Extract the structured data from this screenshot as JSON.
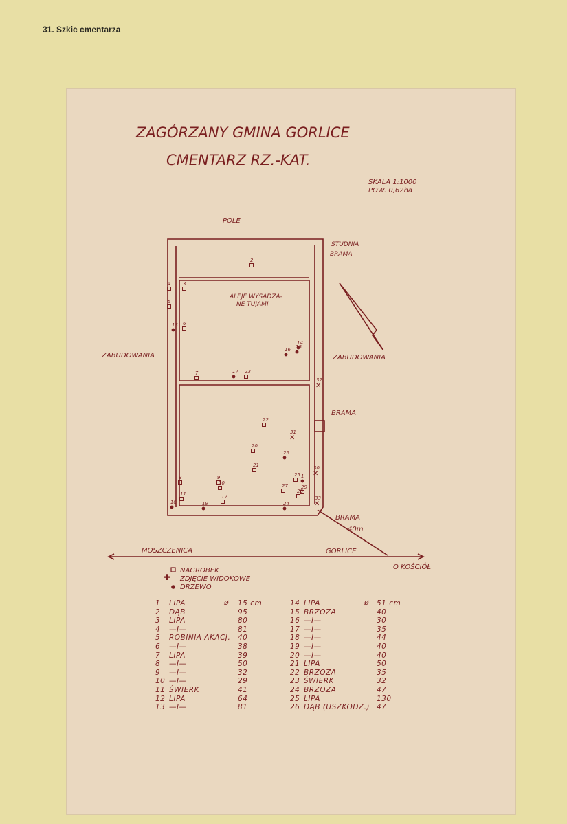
{
  "header": {
    "text": "31. Szkic cmentarza"
  },
  "map": {
    "title_line1": "ZAGÓRZANY GMINA GORLICE",
    "title_line2": "CMENTARZ RZ.-KAT.",
    "scale": "SKALA 1:1000",
    "area": "POW. 0,62ha",
    "labels": {
      "pole": "POLE",
      "studnia": "STUDNIA",
      "brama_top": "BRAMA",
      "aleje": "ALEJE WYSADZA-",
      "aleje2": "NE TUJAMI",
      "zabudowania_left": "ZABUDOWANIA",
      "zabudowania_right": "ZABUDOWANIA",
      "brama_right": "BRAMA",
      "brama_bottom": "BRAMA",
      "distance": "40m",
      "moszczenica": "MOSZCZENICA",
      "gorlice": "GORLICE",
      "kosciol": "O KOŚCIÓŁ"
    },
    "markers": [
      {
        "n": "2",
        "t": "sq"
      },
      {
        "n": "4",
        "t": "sq"
      },
      {
        "n": "3",
        "t": "sq"
      },
      {
        "n": "5",
        "t": "sq"
      },
      {
        "n": "6",
        "t": "sq"
      },
      {
        "n": "7",
        "t": "sq"
      },
      {
        "n": "17",
        "t": "dot"
      },
      {
        "n": "23",
        "t": "sq"
      },
      {
        "n": "22",
        "t": "sq"
      },
      {
        "n": "20",
        "t": "sq"
      },
      {
        "n": "21",
        "t": "sq"
      },
      {
        "n": "8",
        "t": "sq"
      },
      {
        "n": "11",
        "t": "sq"
      },
      {
        "n": "18",
        "t": "dot"
      },
      {
        "n": "19",
        "t": "dot"
      },
      {
        "n": "24",
        "t": "dot"
      },
      {
        "n": "25",
        "t": "sq"
      },
      {
        "n": "26",
        "t": "dot"
      },
      {
        "n": "27",
        "t": "sq"
      },
      {
        "n": "28",
        "t": "sq"
      },
      {
        "n": "29",
        "t": "sq"
      },
      {
        "n": "30",
        "t": "x"
      },
      {
        "n": "31",
        "t": "x"
      },
      {
        "n": "32",
        "t": "x"
      },
      {
        "n": "33",
        "t": "x"
      },
      {
        "n": "14",
        "t": "dot"
      },
      {
        "n": "15",
        "t": "dot"
      },
      {
        "n": "16",
        "t": "dot"
      },
      {
        "n": "13",
        "t": "dot"
      },
      {
        "n": "10",
        "t": "sq"
      },
      {
        "n": "9",
        "t": "sq"
      },
      {
        "n": "12",
        "t": "sq"
      },
      {
        "n": "1",
        "t": "dot"
      }
    ]
  },
  "legend": {
    "nagrobek": "NAGROBEK",
    "zdjecie": "ZDJĘCIE WIDOKOWE",
    "drzewo": "DRZEWO"
  },
  "trees": {
    "left": [
      {
        "n": "1",
        "name": "LIPA",
        "d": "15 cm"
      },
      {
        "n": "2",
        "name": "DĄB",
        "d": "95"
      },
      {
        "n": "3",
        "name": "LIPA",
        "d": "80"
      },
      {
        "n": "4",
        "name": "—I—",
        "d": "81"
      },
      {
        "n": "5",
        "name": "ROBINIA AKACJ.",
        "d": "40"
      },
      {
        "n": "6",
        "name": "—I—",
        "d": "38"
      },
      {
        "n": "7",
        "name": "LIPA",
        "d": "39"
      },
      {
        "n": "8",
        "name": "—I—",
        "d": "50"
      },
      {
        "n": "9",
        "name": "—I—",
        "d": "32"
      },
      {
        "n": "10",
        "name": "—I—",
        "d": "29"
      },
      {
        "n": "11",
        "name": "ŚWIERK",
        "d": "41"
      },
      {
        "n": "12",
        "name": "LIPA",
        "d": "64"
      },
      {
        "n": "13",
        "name": "—I—",
        "d": "81"
      }
    ],
    "right": [
      {
        "n": "14",
        "name": "LIPA",
        "d": "51 cm"
      },
      {
        "n": "15",
        "name": "BRZOZA",
        "d": "40"
      },
      {
        "n": "16",
        "name": "—I—",
        "d": "30"
      },
      {
        "n": "17",
        "name": "—I—",
        "d": "35"
      },
      {
        "n": "18",
        "name": "—I—",
        "d": "44"
      },
      {
        "n": "19",
        "name": "—I—",
        "d": "40"
      },
      {
        "n": "20",
        "name": "—I—",
        "d": "40"
      },
      {
        "n": "21",
        "name": "LIPA",
        "d": "50"
      },
      {
        "n": "22",
        "name": "BRZOZA",
        "d": "35"
      },
      {
        "n": "23",
        "name": "ŚWIERK",
        "d": "32"
      },
      {
        "n": "24",
        "name": "BRZOZA",
        "d": "47"
      },
      {
        "n": "25",
        "name": "LIPA",
        "d": "130"
      },
      {
        "n": "26",
        "name": "DĄB (USZKODZ.)",
        "d": "47"
      }
    ]
  },
  "colors": {
    "ink": "#7a1f20",
    "paper": "#ead8c0",
    "card": "#e8dfa5"
  }
}
